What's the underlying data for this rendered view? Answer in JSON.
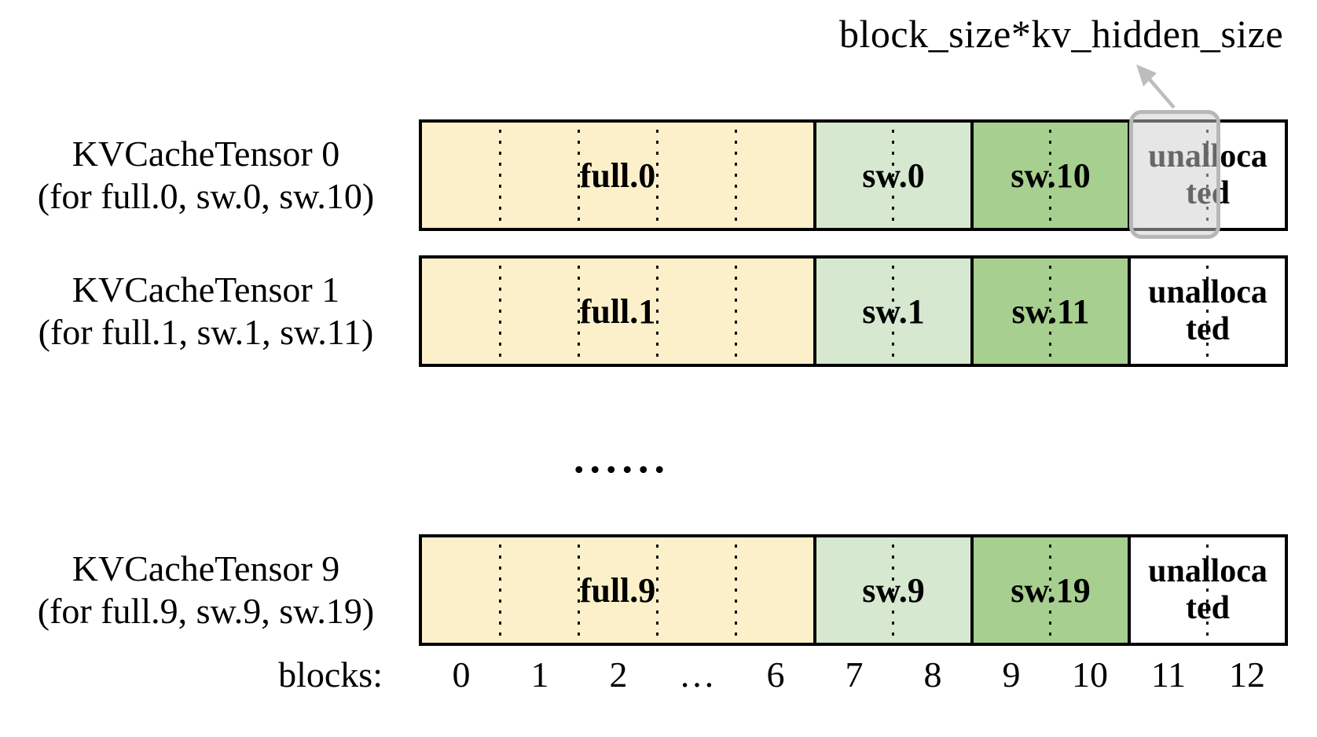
{
  "annotation": {
    "label": "block_size*kv_hidden_size"
  },
  "ellipsis": "......",
  "rows": [
    {
      "title": "KVCacheTensor 0",
      "subtitle": "(for full.0, sw.0, sw.10)",
      "segments": [
        {
          "label": "full.0"
        },
        {
          "label": "sw.0"
        },
        {
          "label": "sw.10"
        },
        {
          "label": "unallocated"
        }
      ]
    },
    {
      "title": "KVCacheTensor 1",
      "subtitle": "(for full.1, sw.1, sw.11)",
      "segments": [
        {
          "label": "full.1"
        },
        {
          "label": "sw.1"
        },
        {
          "label": "sw.11"
        },
        {
          "label": "unallocated"
        }
      ]
    },
    {
      "title": "KVCacheTensor 9",
      "subtitle": "(for full.9, sw.9, sw.19)",
      "segments": [
        {
          "label": "full.9"
        },
        {
          "label": "sw.9"
        },
        {
          "label": "sw.19"
        },
        {
          "label": "unallocated"
        }
      ]
    }
  ],
  "axis": {
    "label": "blocks:",
    "ticks": [
      "0",
      "1",
      "2",
      "…",
      "6",
      "7",
      "8",
      "9",
      "10",
      "11",
      "12"
    ]
  },
  "colors": {
    "full_fill": "#FBF0C9",
    "sw_light_fill": "#D6E8D0",
    "sw_dark_fill": "#A7CF90",
    "unallocated_fill": "#FFFFFF",
    "border": "#000000",
    "highlight_border": "#B7B7B7",
    "highlight_fill": "rgba(205,205,205,0.5)",
    "arrow": "#BDBDBD"
  }
}
